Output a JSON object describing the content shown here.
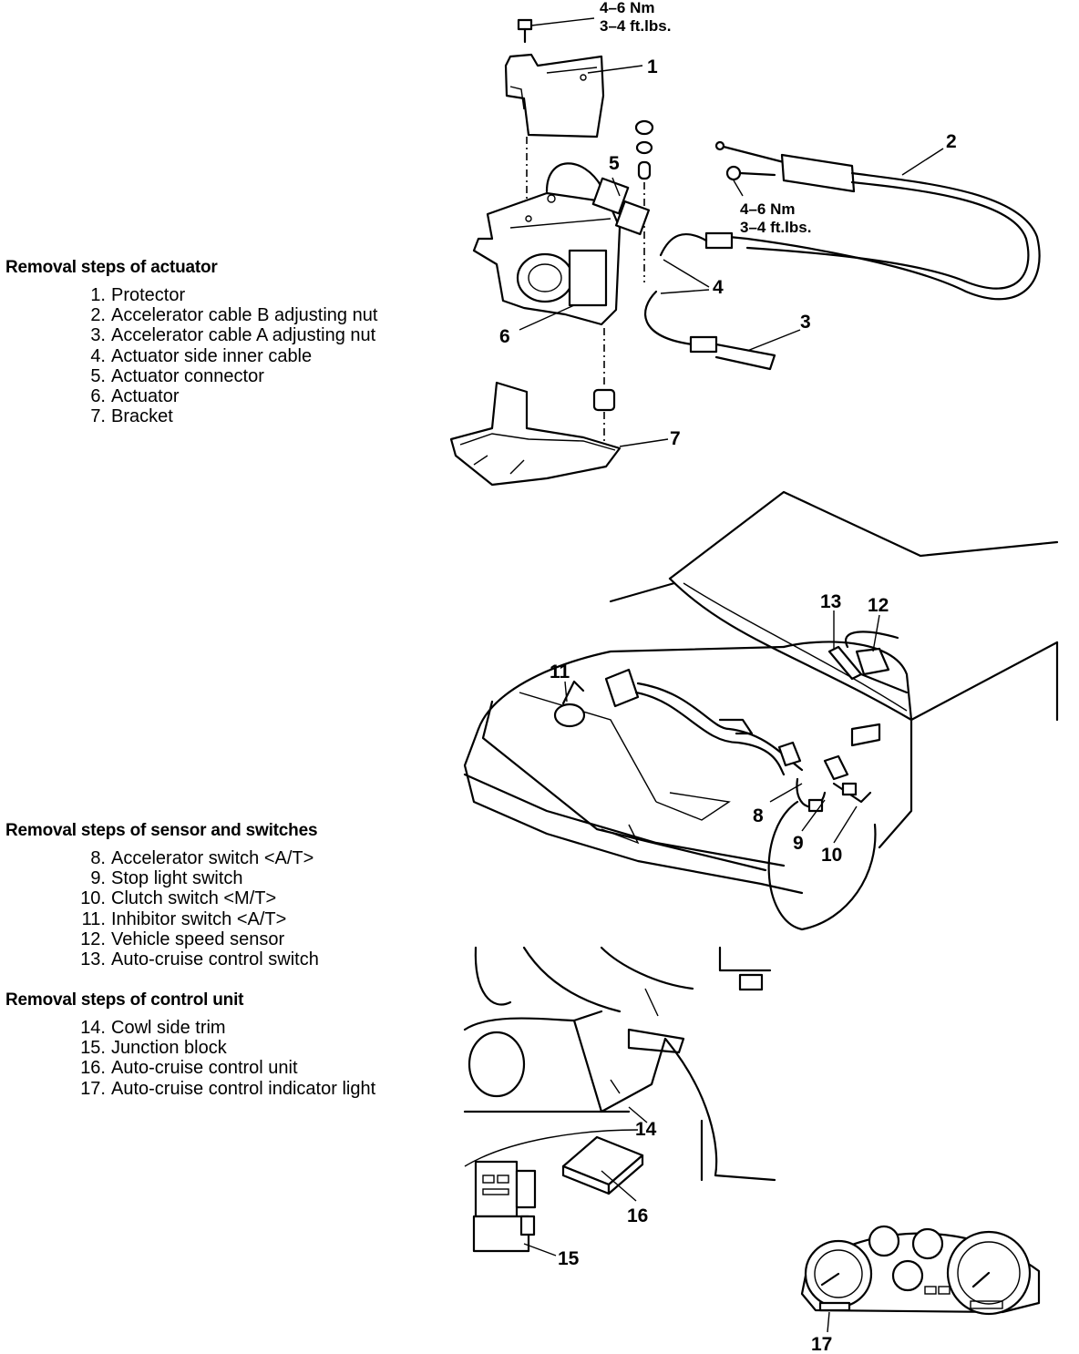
{
  "torque_top": {
    "line1": "4–6  Nm",
    "line2": "3–4  ft.lbs."
  },
  "torque_mid": {
    "line1": "4–6  Nm",
    "line2": "3–4  ft.lbs."
  },
  "sections": {
    "actuator": {
      "title": "Removal steps of actuator",
      "steps": [
        {
          "num": "1.",
          "text": "Protector"
        },
        {
          "num": "2.",
          "text": "Accelerator cable B adjusting nut"
        },
        {
          "num": "3.",
          "text": "Accelerator cable A adjusting nut"
        },
        {
          "num": "4.",
          "text": "Actuator side inner cable"
        },
        {
          "num": "5.",
          "text": "Actuator connector"
        },
        {
          "num": "6.",
          "text": "Actuator"
        },
        {
          "num": "7.",
          "text": "Bracket"
        }
      ]
    },
    "sensors": {
      "title": "Removal steps of sensor and switches",
      "steps": [
        {
          "num": "8.",
          "text": "Accelerator switch <A/T>"
        },
        {
          "num": "9.",
          "text": "Stop light switch"
        },
        {
          "num": "10.",
          "text": "Clutch switch <M/T>"
        },
        {
          "num": "11.",
          "text": "Inhibitor switch <A/T>"
        },
        {
          "num": "12.",
          "text": "Vehicle speed sensor"
        },
        {
          "num": "13.",
          "text": "Auto-cruise control switch"
        }
      ]
    },
    "control": {
      "title": "Removal steps of control unit",
      "steps": [
        {
          "num": "14.",
          "text": "Cowl side trim"
        },
        {
          "num": "15.",
          "text": "Junction block"
        },
        {
          "num": "16.",
          "text": "Auto-cruise control unit"
        },
        {
          "num": "17.",
          "text": "Auto-cruise control indicator light"
        }
      ]
    }
  },
  "callouts": {
    "c1": "1",
    "c2": "2",
    "c3": "3",
    "c4": "4",
    "c5": "5",
    "c6": "6",
    "c7": "7",
    "c8": "8",
    "c9": "9",
    "c10": "10",
    "c11": "11",
    "c12": "12",
    "c13": "13",
    "c14": "14",
    "c15": "15",
    "c16": "16",
    "c17": "17"
  }
}
